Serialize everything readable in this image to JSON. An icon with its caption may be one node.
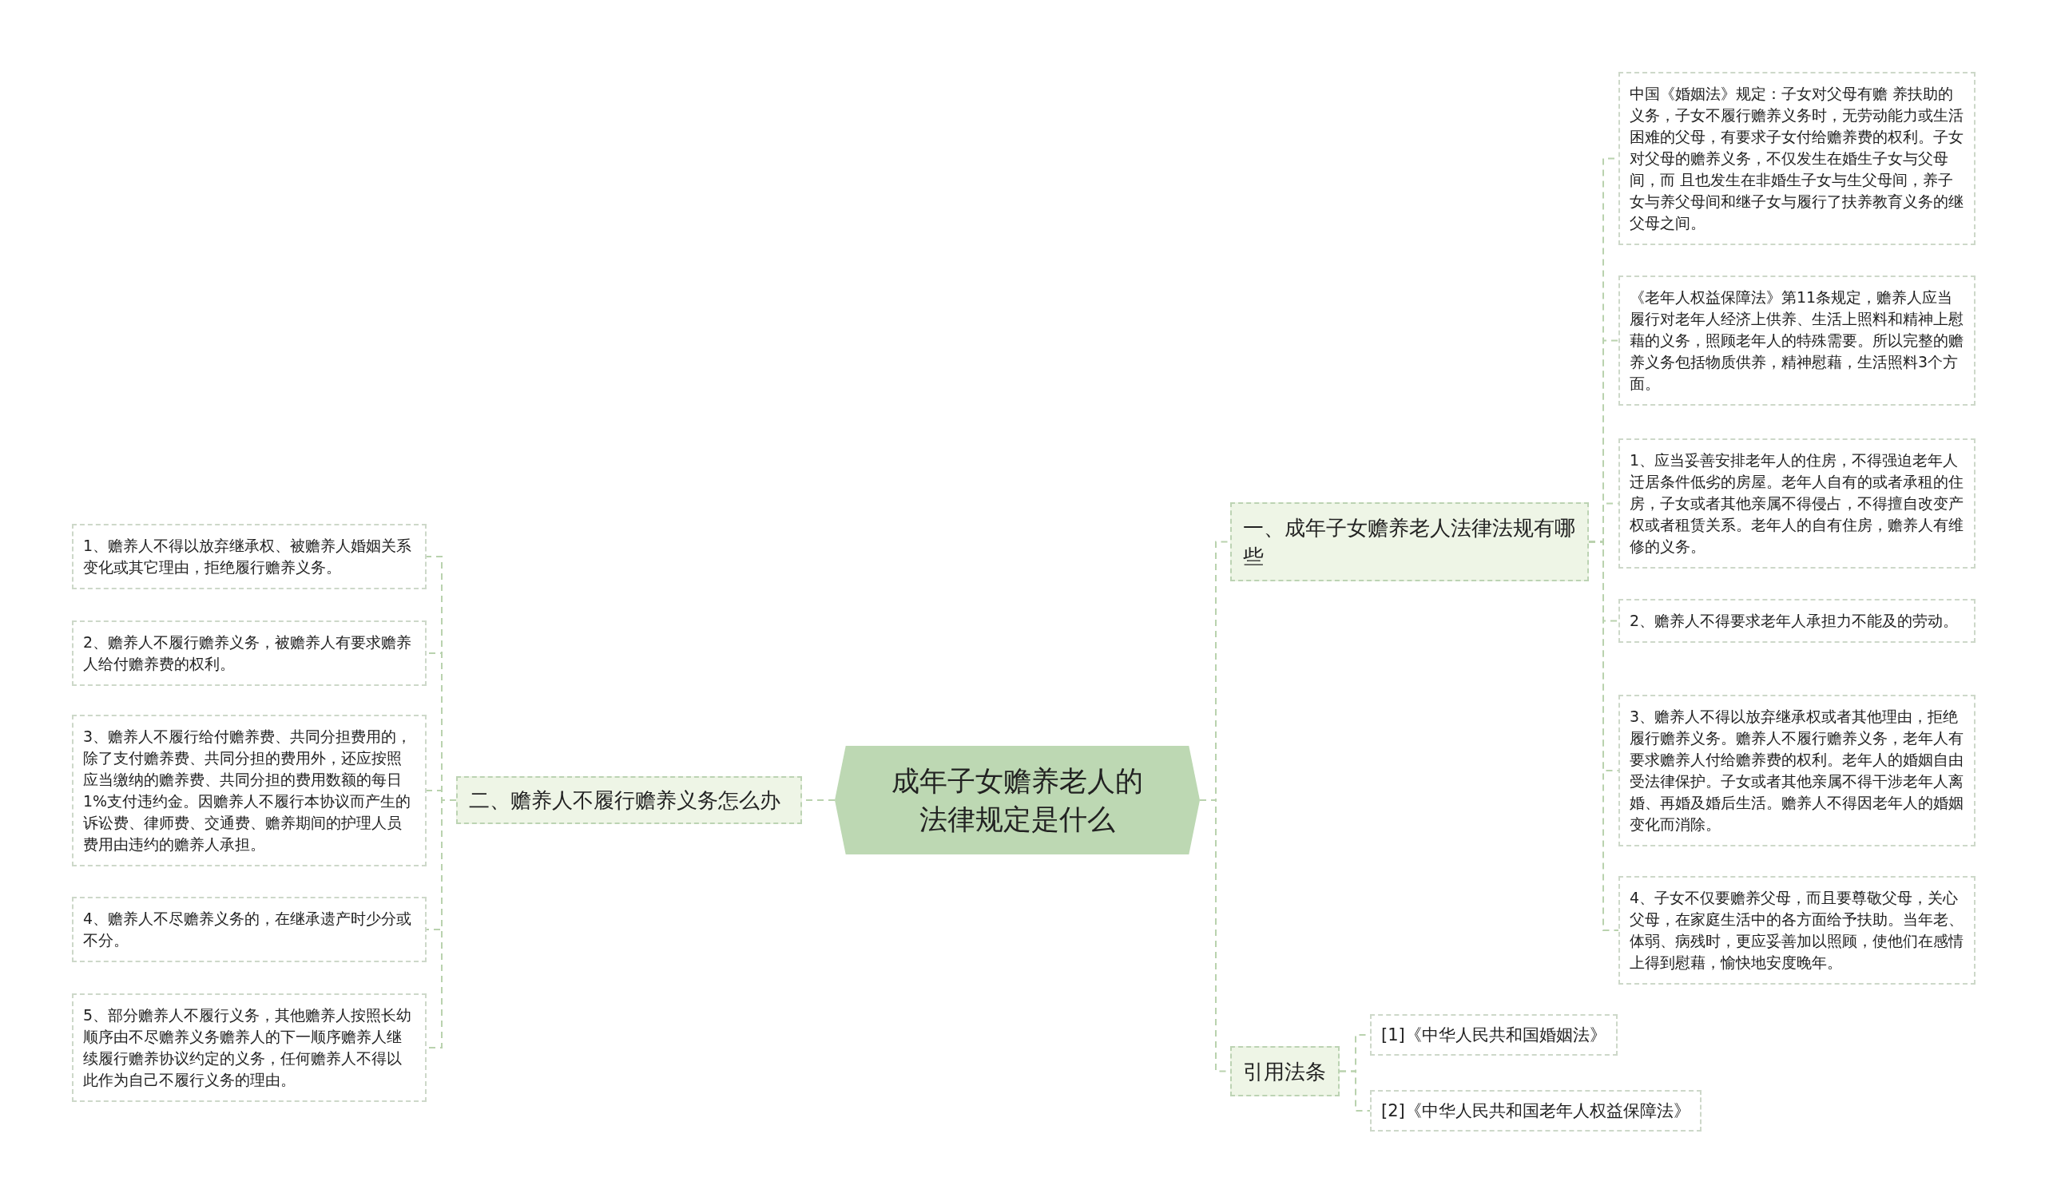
{
  "diagram": {
    "nodes": [
      {
        "text": [
          "成年子女赡养老人的法律规定是什么"
        ]
      },
      {
        "text": [
          "一、成年子女赡养老人法律法规有哪些"
        ]
      },
      {
        "text": [
          "中国《婚姻法》规定：子女对父母有赡 养扶助的义务，子女不履行赡养义务时，无劳动能力或生活困难的父母，有要求子女付给赡养费的权利。子女对父母的赡养义务，不仅发生在婚生子女与父母间，而 且也发生在非婚生子女与生父母间，养子女与养父母间和继子女与履行了扶养教育义务的继父母之间。"
        ]
      },
      {
        "text": [
          "《老年人权益保障法》第11条规定，赡养人应当履行对老年人经济上供养、生活上照料和精神上慰藉的义务，照顾老年人的特殊需要。所以完整的赡养义务包括物质供养，精神慰藉，生活照料3个方面。"
        ]
      },
      {
        "text": [
          "1、应当妥善安排老年人的住房，不得强迫老年人迁居条件低劣的房屋。老年人自有的或者承租的住房，子女或者其他亲属不得侵占，不得擅自改变产权或者租赁关系。老年人的自有住房，赡养人有维修的义务。"
        ]
      },
      {
        "text": [
          "2、赡养人不得要求老年人承担力不能及的劳动。"
        ]
      },
      {
        "text": [
          "3、赡养人不得以放弃继承权或者其他理由，拒绝履行赡养义务。赡养人不履行赡养义务，老年人有要求赡养人付给赡养费的权利。老年人的婚姻自由受法律保护。子女或者其他亲属不得干涉老年人离婚、再婚及婚后生活。赡养人不得因老年人的婚姻变化而消除。"
        ]
      },
      {
        "text": [
          "4、子女不仅要赡养父母，而且要尊敬父母，关心父母，在家庭生活中的各方面给予扶助。当年老、体弱、病残时，更应妥善加以照顾，使他们在感情上得到慰藉，愉快地安度晚年。"
        ]
      },
      {
        "text": [
          "二、赡养人不履行赡养义务怎么办"
        ]
      },
      {
        "text": [
          "1、赡养人不得以放弃继承权、被赡养人婚姻关系变化或其它理由，拒绝履行赡养义务。"
        ]
      },
      {
        "text": [
          "2、赡养人不履行赡养义务，被赡养人有要求赡养人给付赡养费的权利。"
        ]
      },
      {
        "text": [
          "3、赡养人不履行给付赡养费、共同分担费用的，除了支付赡养费、共同分担的费用外，还应按照应当缴纳的赡养费、共同分担的费用数额的每日1%支付违约金。因赡养人不履行本协议而产生的诉讼费、律师费、交通费、赡养期间的护理人员费用由违约的赡养人承担。"
        ]
      },
      {
        "text": [
          "4、赡养人不尽赡养义务的，在继承遗产时少分或不分。"
        ]
      },
      {
        "text": [
          "5、部分赡养人不履行义务，其他赡养人按照长幼顺序由不尽赡养义务赡养人的下一顺序赡养人继续履行赡养协议约定的义务，任何赡养人不得以此作为自己不履行义务的理由。"
        ]
      },
      {
        "text": [
          "引用法条"
        ]
      },
      {
        "text": [
          "[1]《中华人民共和国婚姻法》"
        ]
      },
      {
        "text": [
          "[2]《中华人民共和国老年人权益保障法》"
        ]
      }
    ],
    "edges": [
      {
        "from": 0,
        "to": 1,
        "arrow": "none"
      },
      {
        "from": 0,
        "to": 8,
        "arrow": "none"
      },
      {
        "from": 0,
        "to": 14,
        "arrow": "none"
      },
      {
        "from": 1,
        "to": 2,
        "arrow": "none"
      },
      {
        "from": 1,
        "to": 3,
        "arrow": "none"
      },
      {
        "from": 1,
        "to": 4,
        "arrow": "none"
      },
      {
        "from": 1,
        "to": 5,
        "arrow": "none"
      },
      {
        "from": 1,
        "to": 6,
        "arrow": "none"
      },
      {
        "from": 1,
        "to": 7,
        "arrow": "none"
      },
      {
        "from": 8,
        "to": 9,
        "arrow": "none"
      },
      {
        "from": 8,
        "to": 10,
        "arrow": "none"
      },
      {
        "from": 8,
        "to": 11,
        "arrow": "none"
      },
      {
        "from": 8,
        "to": 12,
        "arrow": "none"
      },
      {
        "from": 8,
        "to": 13,
        "arrow": "none"
      },
      {
        "from": 14,
        "to": 15,
        "arrow": "none"
      },
      {
        "from": 14,
        "to": 16,
        "arrow": "none"
      }
    ]
  }
}
